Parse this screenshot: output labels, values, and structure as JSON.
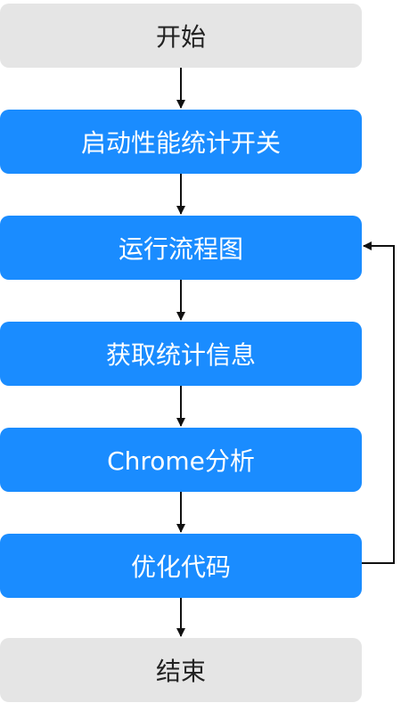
{
  "colors": {
    "terminal_bg": "#e5e5e5",
    "step_bg": "#1a8cff",
    "arrow": "#111111"
  },
  "nodes": [
    {
      "id": "start",
      "label": "开始",
      "kind": "terminal"
    },
    {
      "id": "enable-stats",
      "label": "启动性能统计开关",
      "kind": "step"
    },
    {
      "id": "run-flow",
      "label": "运行流程图",
      "kind": "step"
    },
    {
      "id": "get-stats",
      "label": "获取统计信息",
      "kind": "step"
    },
    {
      "id": "chrome-analysis",
      "label": "Chrome分析",
      "kind": "step"
    },
    {
      "id": "optimize",
      "label": "优化代码",
      "kind": "step"
    },
    {
      "id": "end",
      "label": "结束",
      "kind": "terminal"
    }
  ],
  "edges": [
    {
      "from": "start",
      "to": "enable-stats"
    },
    {
      "from": "enable-stats",
      "to": "run-flow"
    },
    {
      "from": "run-flow",
      "to": "get-stats"
    },
    {
      "from": "get-stats",
      "to": "chrome-analysis"
    },
    {
      "from": "chrome-analysis",
      "to": "optimize"
    },
    {
      "from": "optimize",
      "to": "end"
    },
    {
      "from": "optimize",
      "to": "run-flow",
      "loop": true
    }
  ]
}
